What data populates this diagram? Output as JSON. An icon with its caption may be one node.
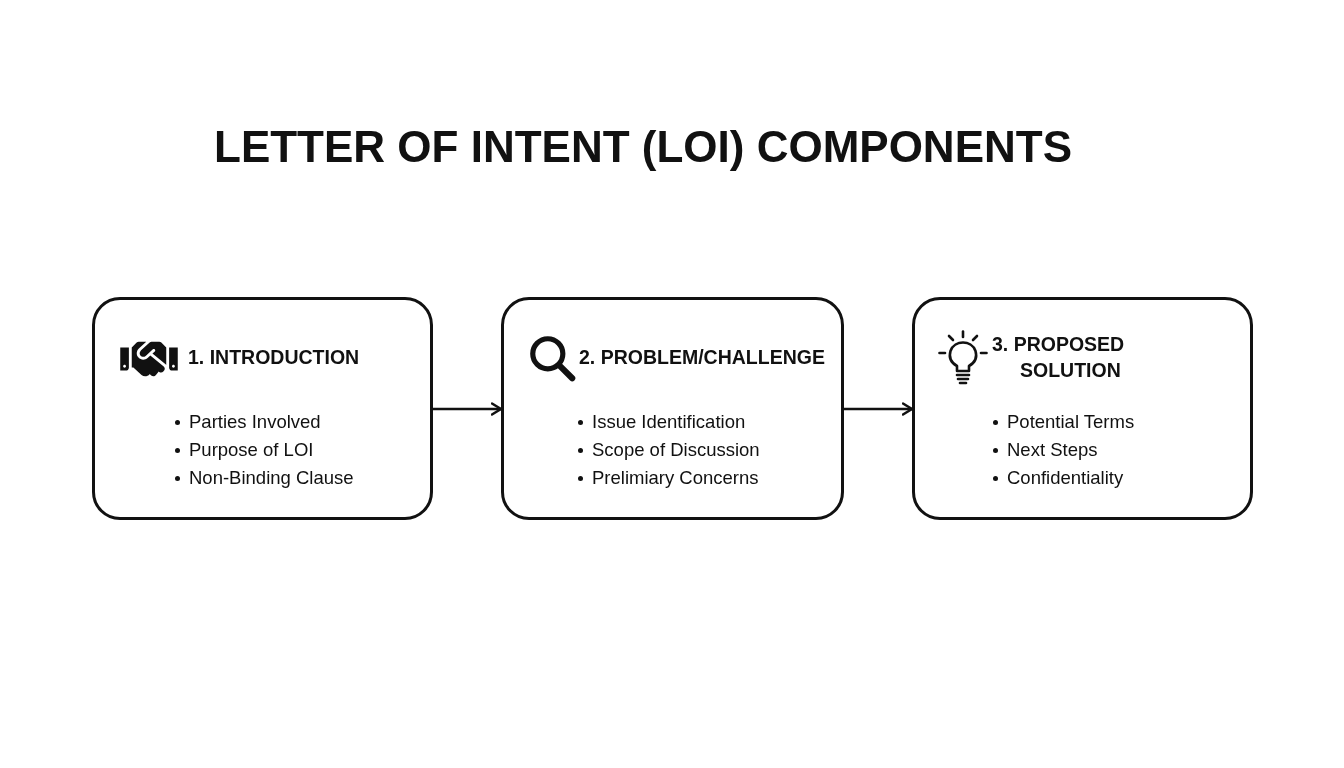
{
  "diagram": {
    "title": "LETTER OF INTENT (LOI) COMPONENTS",
    "nodes": [
      {
        "text": [
          "1. INTRODUCTION",
          "Parties Involved",
          "Purpose of LOI",
          "Non-Binding Clause"
        ]
      },
      {
        "text": [
          "2. PROBLEM/CHALLENGE",
          "Issue Identification",
          "Scope of Discussion",
          "Prelimiary Concerns"
        ]
      },
      {
        "text": [
          "3. PROPOSED SOLUTION",
          "Potential Terms",
          "Next Steps",
          "Confidentiality"
        ]
      }
    ],
    "edges": [
      {
        "from": 0,
        "to": 1,
        "arrow": "to"
      },
      {
        "from": 1,
        "to": 2,
        "arrow": "to"
      }
    ]
  }
}
